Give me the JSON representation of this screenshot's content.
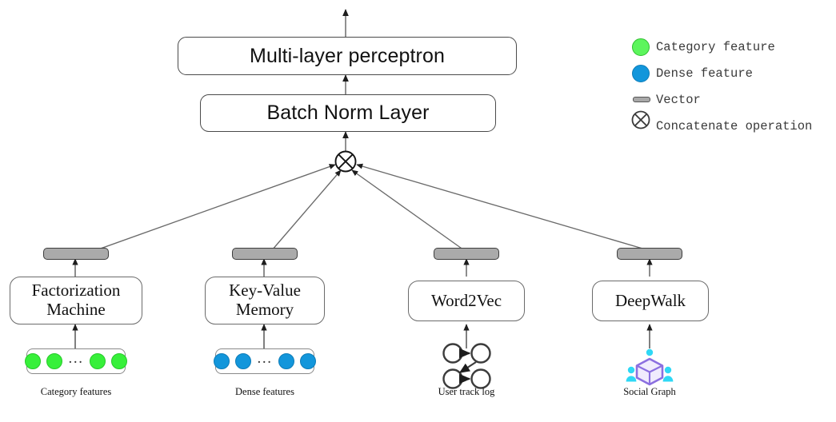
{
  "diagram": {
    "title_stages": [
      {
        "id": "mlp",
        "label": "Multi-layer perceptron"
      },
      {
        "id": "batch-norm",
        "label": "Batch Norm Layer"
      }
    ],
    "concat_node": {
      "symbol": "concatenate-operation",
      "glyph": "⊗"
    },
    "branches": [
      {
        "id": "factorization-machine",
        "module_label": "Factorization\nMachine",
        "module_line1": "Factorization",
        "module_line2": "Machine",
        "caption": "Category features",
        "input_type": "dots",
        "dot_color": "green",
        "dot_count": 4,
        "dot_ellipsis_after": 2
      },
      {
        "id": "key-value-memory",
        "module_label": "Key-Value\nMemory",
        "module_line1": "Key-Value",
        "module_line2": "Memory",
        "caption": "Dense features",
        "input_type": "dots",
        "dot_color": "blue",
        "dot_count": 4,
        "dot_ellipsis_after": 2
      },
      {
        "id": "word2vec",
        "module_label": "Word2Vec",
        "module_line1": "Word2Vec",
        "module_line2": "",
        "caption": "User track log",
        "input_type": "graph-icon"
      },
      {
        "id": "deepwalk",
        "module_label": "DeepWalk",
        "module_line1": "DeepWalk",
        "module_line2": "",
        "caption": "Social Graph",
        "input_type": "social-graph-icon"
      }
    ],
    "legend": {
      "items": [
        {
          "marker": "green-circle",
          "label": "Category feature"
        },
        {
          "marker": "blue-circle",
          "label": "Dense feature"
        },
        {
          "marker": "gray-bar",
          "label": "Vector"
        },
        {
          "marker": "circle-x",
          "label": "Concatenate operation"
        }
      ]
    },
    "colors": {
      "category_feature": "#37f03a",
      "dense_feature": "#1296db",
      "vector_bar": "#aaaaaa",
      "social_graph_person": "#2fd8f5",
      "social_graph_cube": "#8b6fe0",
      "line": "#6a6a6a"
    }
  }
}
